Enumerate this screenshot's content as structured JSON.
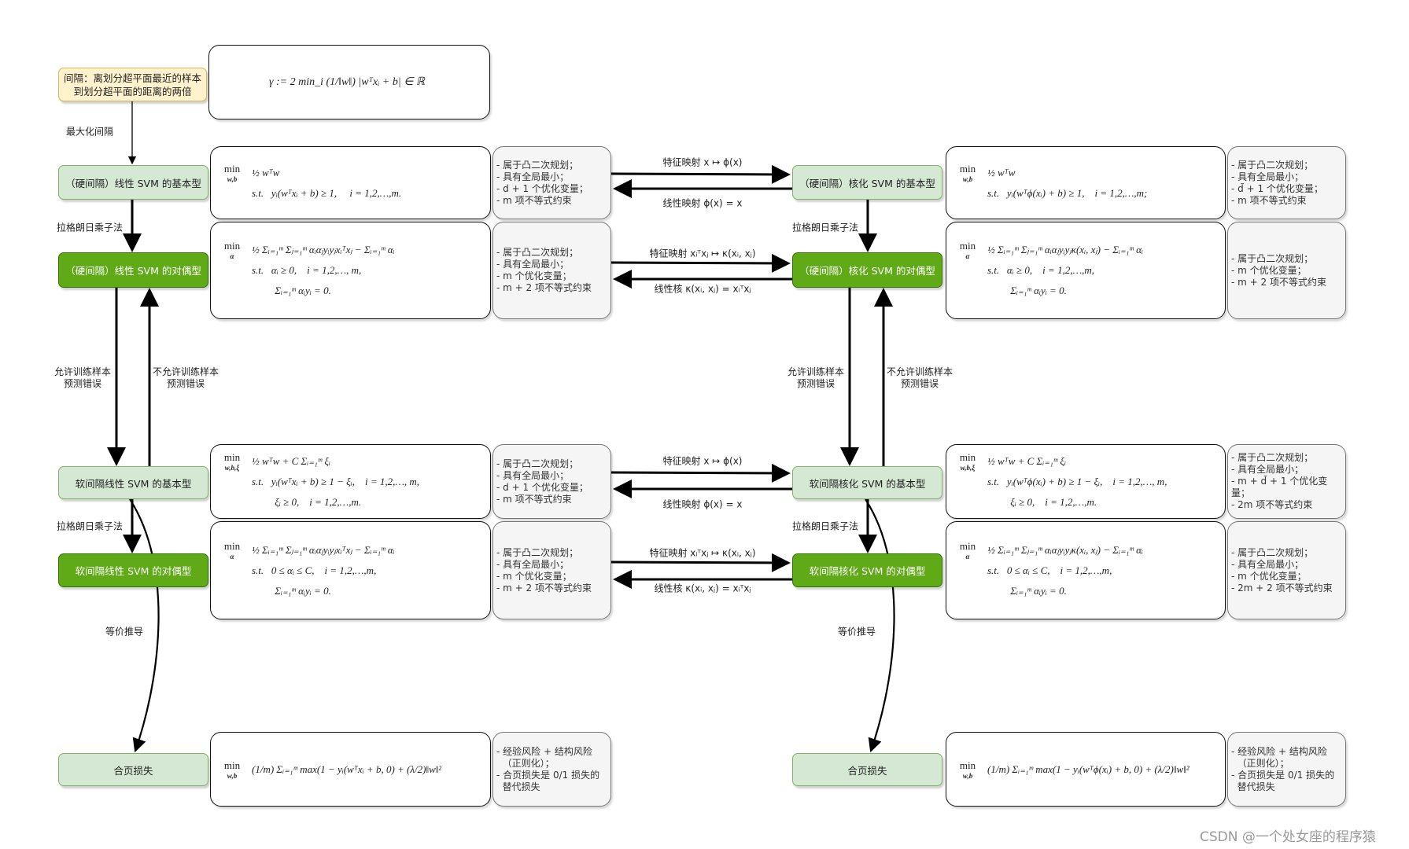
{
  "definition": {
    "label": "间隔：离划分超平面最近的样本到划分超平面的距离的两倍",
    "formula": "γ := 2 min_i (1/‖w‖) |wᵀxᵢ + b| ∈ ℝ"
  },
  "edge_labels": {
    "maximize": "最大化间隔",
    "lagrange": "拉格朗日乘子法",
    "allow": "允许训练样本\n预测错误",
    "disallow": "不允许训练样本\n预测错误",
    "equiv": "等价推导",
    "feat_map": "特征映射  x ↦ ϕ(x)",
    "lin_map": "线性映射  ϕ(x) = x",
    "feat_kernel": "特征映射  xᵢᵀxⱼ ↦ κ(xᵢ, xⱼ)",
    "lin_kernel": "线性核  κ(xᵢ, xⱼ) = xᵢᵀxⱼ"
  },
  "left": {
    "hard_primal": {
      "label": "（硬间隔）线性 SVM 的基本型",
      "op_sub": "w,b",
      "lines": [
        "½ wᵀw",
        "s.t.   yᵢ(wᵀxᵢ + b) ≥ 1,     i = 1,2,…,m."
      ],
      "notes": [
        "- 属于凸二次规划；",
        "- 具有全局最小；",
        "- d + 1 个优化变量；",
        "- m 项不等式约束"
      ]
    },
    "hard_dual": {
      "label": "（硬间隔）线性 SVM 的对偶型",
      "op_sub": "α",
      "lines": [
        "½ Σᵢ₌₁ᵐ Σⱼ₌₁ᵐ αᵢαⱼyᵢyⱼxᵢᵀxⱼ − Σᵢ₌₁ᵐ αᵢ",
        "s.t.   αᵢ ≥ 0,    i = 1,2,…, m,",
        "         Σᵢ₌₁ᵐ αᵢyᵢ = 0."
      ],
      "notes": [
        "- 属于凸二次规划；",
        "- 具有全局最小；",
        "- m 个优化变量；",
        "- m + 2 项不等式约束"
      ]
    },
    "soft_primal": {
      "label": "软间隔线性 SVM 的基本型",
      "op_sub": "w,b,ξ",
      "lines": [
        "½ wᵀw + C Σᵢ₌₁ᵐ ξᵢ",
        "s.t.   yᵢ(wᵀxᵢ + b) ≥ 1 − ξᵢ,    i = 1,2,…, m,",
        "         ξᵢ ≥ 0,    i = 1,2,…,m."
      ],
      "notes": [
        "- 属于凸二次规划；",
        "- 具有全局最小；",
        "- d + 1 个优化变量；",
        "- m 项不等式约束"
      ]
    },
    "soft_dual": {
      "label": "软间隔线性 SVM 的对偶型",
      "op_sub": "α",
      "lines": [
        "½ Σᵢ₌₁ᵐ Σⱼ₌₁ᵐ αᵢαⱼyᵢyⱼxᵢᵀxⱼ − Σᵢ₌₁ᵐ αᵢ",
        "s.t.   0 ≤ αᵢ ≤ C,    i = 1,2,…,m,",
        "         Σᵢ₌₁ᵐ αᵢyᵢ = 0."
      ],
      "notes": [
        "- 属于凸二次规划；",
        "- 具有全局最小；",
        "- m 个优化变量；",
        "- m + 2 项不等式约束"
      ]
    },
    "hinge": {
      "label": "合页损失",
      "op_sub": "w,b",
      "lines": [
        "(1/m) Σᵢ₌₁ᵐ max(1 − yᵢ(wᵀxᵢ + b, 0) + (λ/2)‖w‖²"
      ],
      "notes": [
        "- 经验风险 + 结构风险",
        "  （正则化）；",
        "- 合页损失是 0/1 损失的",
        "  替代损失"
      ]
    }
  },
  "right": {
    "hard_primal": {
      "label": "（硬间隔）核化 SVM 的基本型",
      "op_sub": "w,b",
      "lines": [
        "½ wᵀw",
        "s.t.   yᵢ(wᵀϕ(xᵢ) + b) ≥ 1,    i = 1,2,…,m;"
      ],
      "notes": [
        "- 属于凸二次规划；",
        "- 具有全局最小；",
        "- d̃ + 1 个优化变量；",
        "- m 项不等式约束"
      ]
    },
    "hard_dual": {
      "label": "（硬间隔）核化 SVM 的对偶型",
      "op_sub": "α",
      "lines": [
        "½ Σᵢ₌₁ᵐ Σⱼ₌₁ᵐ αᵢαⱼyᵢyⱼκ(xᵢ, xⱼ) − Σᵢ₌₁ᵐ αᵢ",
        "s.t.   αᵢ ≥ 0,    i = 1,2,…,m,",
        "         Σᵢ₌₁ᵐ αᵢyᵢ = 0."
      ],
      "notes": [
        "- 属于凸二次规划；",
        "- m 个优化变量；",
        "- m + 2 项不等式约束"
      ]
    },
    "soft_primal": {
      "label": "软间隔核化 SVM 的基本型",
      "op_sub": "w,b,ξ",
      "lines": [
        "½ wᵀw + C Σᵢ₌₁ᵐ ξᵢ",
        "s.t.   yᵢ(wᵀϕ(xᵢ) + b) ≥ 1 − ξᵢ,    i = 1,2,…, m,",
        "         ξᵢ ≥ 0,    i = 1,2,…,m."
      ],
      "notes": [
        "- 属于凸二次规划；",
        "- 具有全局最小；",
        "- m + d̃ + 1 个优化变量；",
        "- 2m 项不等式约束"
      ]
    },
    "soft_dual": {
      "label": "软间隔核化 SVM 的对偶型",
      "op_sub": "α",
      "lines": [
        "½ Σᵢ₌₁ᵐ Σⱼ₌₁ᵐ αᵢαⱼyᵢyⱼκ(xᵢ, xⱼ) − Σᵢ₌₁ᵐ αᵢ",
        "s.t.   0 ≤ αᵢ ≤ C,    i = 1,2,…,m,",
        "         Σᵢ₌₁ᵐ αᵢyᵢ = 0."
      ],
      "notes": [
        "- 属于凸二次规划；",
        "- 具有全局最小；",
        "- m 个优化变量；",
        "- 2m + 2 项不等式约束"
      ]
    },
    "hinge": {
      "label": "合页损失",
      "op_sub": "w,b",
      "lines": [
        "(1/m) Σᵢ₌₁ᵐ max(1 − yᵢ(wᵀϕ(xᵢ) + b, 0) + (λ/2)‖w‖²"
      ],
      "notes": [
        "- 经验风险 + 结构风险",
        "  （正则化）；",
        "- 合页损失是 0/1 损失的",
        "  替代损失"
      ]
    }
  },
  "op_label": "min",
  "watermark": "CSDN @一个处女座的程序猿",
  "colors": {
    "light_green": "#d5e8d4",
    "dark_green": "#60a917",
    "yellow": "#fff2cc",
    "note_gray": "#f5f5f5"
  }
}
